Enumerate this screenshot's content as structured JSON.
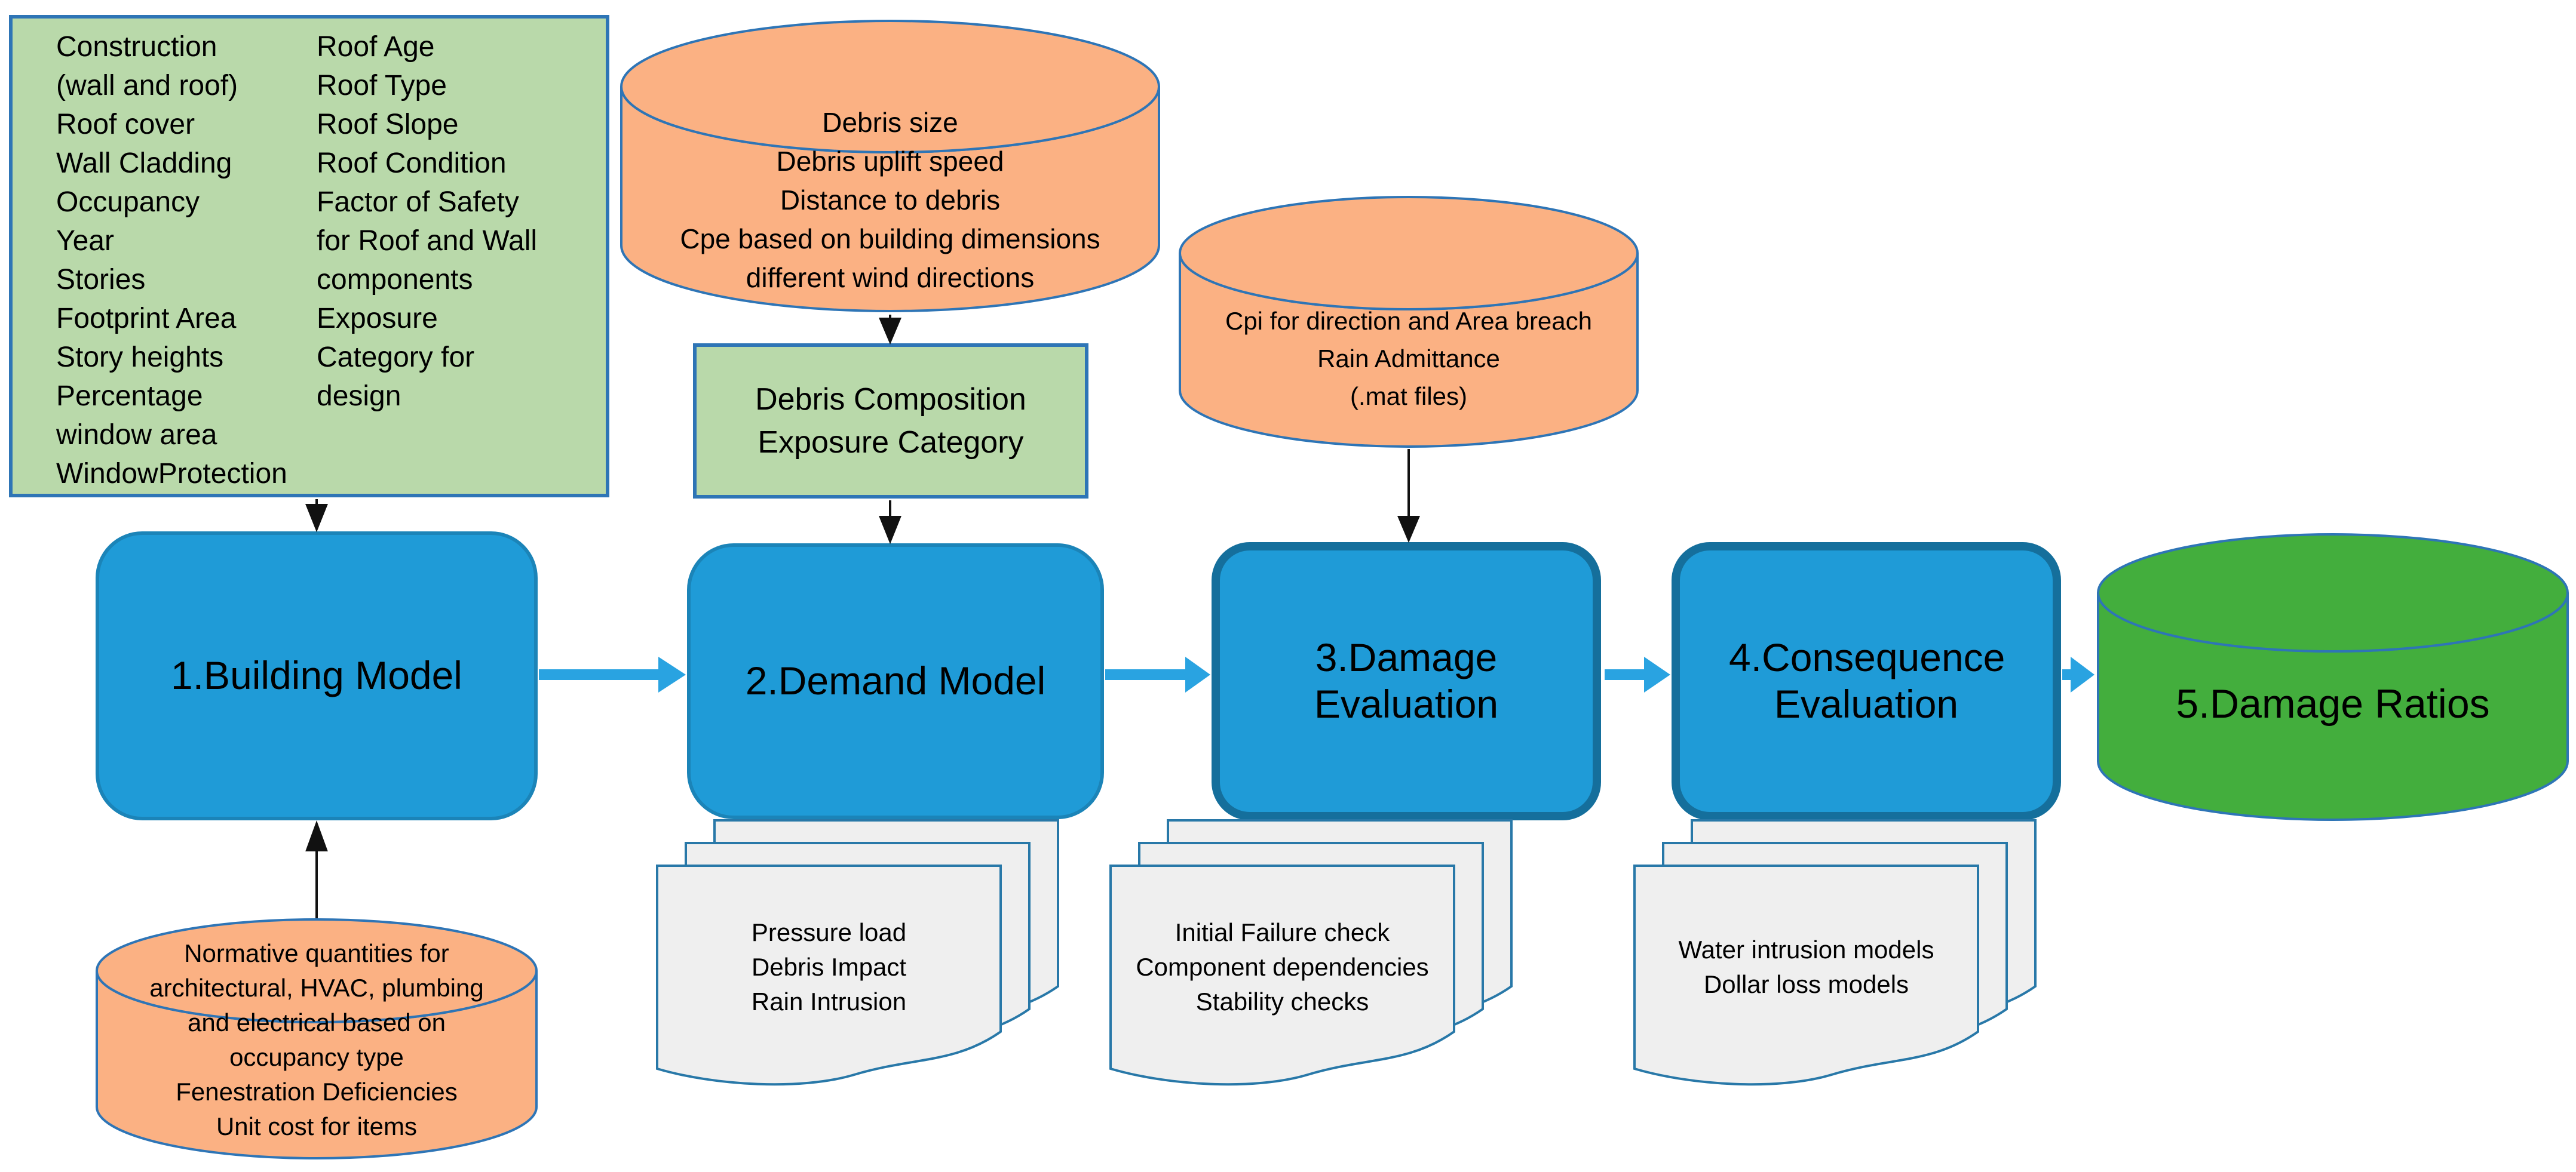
{
  "attributes_box": {
    "col1": "Construction\n(wall and roof)\nRoof cover\nWall Cladding\nOccupancy\nYear\nStories\nFootprint Area\nStory heights\nPercentage\nwindow area\nWindowProtection",
    "col2": "Roof Age\nRoof Type\nRoof Slope\nRoof Condition\nFactor of Safety\nfor Roof and Wall\ncomponents\nExposure\nCategory for\ndesign"
  },
  "debris_cylinder": {
    "text": "Debris size\nDebris uplift speed\nDistance to debris\nCpe based on building dimensions\ndifferent wind directions"
  },
  "debris_composition": {
    "text": "Debris Composition\nExposure Category"
  },
  "cpi_cylinder": {
    "text": "Cpi for direction and Area breach\nRain Admittance\n(.mat files)"
  },
  "normative_cylinder": {
    "text": "Normative quantities for\narchitectural, HVAC, plumbing\nand electrical based on\noccupancy type\nFenestration Deficiencies\nUnit cost for items"
  },
  "steps": [
    {
      "label": "1.Building Model"
    },
    {
      "label": "2.Demand Model"
    },
    {
      "label": "3.Damage Evaluation"
    },
    {
      "label": "4.Consequence Evaluation"
    },
    {
      "label": "5.Damage Ratios"
    }
  ],
  "documents": [
    {
      "text": "Pressure load\nDebris Impact\nRain Intrusion"
    },
    {
      "text": "Initial Failure check\nComponent dependencies\nStability checks"
    },
    {
      "text": "Water intrusion models\nDollar loss models"
    }
  ],
  "colors": {
    "process_fill": "#1f9bd7",
    "process_border": "#1b84b8",
    "process_border_strong": "#156f9c",
    "green_fill": "#b9d9aa",
    "orange_fill": "#fbb183",
    "result_cylinder_fill": "#43ae3d",
    "shape_border_blue": "#2e75b6",
    "document_fill": "#efefef",
    "document_border": "#2878a8",
    "flow_arrow_blue": "#29a3e1",
    "connector_black": "#111111"
  }
}
